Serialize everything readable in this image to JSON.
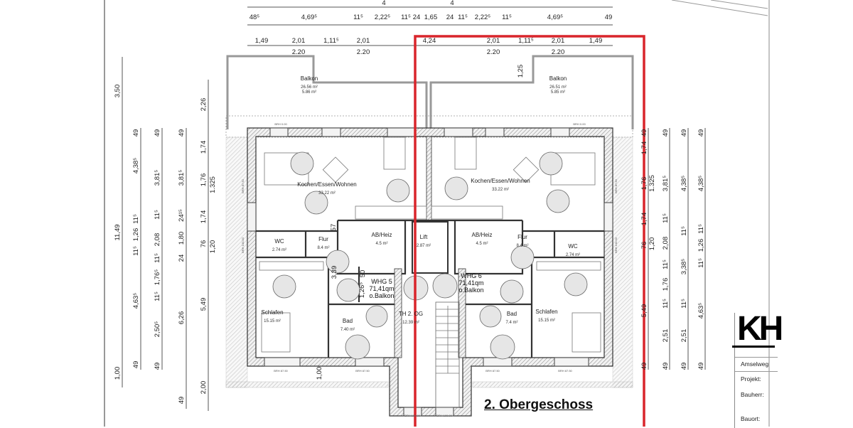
{
  "drawing_title": "2. Obergeschoss",
  "colors": {
    "highlight_frame": "#d9252b",
    "wall": "#333333",
    "furniture_circle": "#e6e6e6"
  },
  "dims_top": {
    "row1": [
      "4",
      "4"
    ],
    "row2": [
      "48⁵",
      "4,69⁵",
      "11⁵",
      "2,22⁵",
      "11⁵",
      "24",
      "1,65",
      "24",
      "11⁵",
      "2,22⁵",
      "11⁵",
      "4,69⁵",
      "49"
    ],
    "row3": [
      "1,49",
      "2,01",
      "1,11⁵",
      "2,01",
      "4,24",
      "2,01",
      "1,11⁵",
      "2,01",
      "1,49"
    ],
    "row3_sub": [
      "2.20",
      "2.20",
      "2.20",
      "2.20"
    ]
  },
  "dims_left": [
    [
      "3,50",
      "11,49",
      "1,00"
    ],
    [
      "49",
      "4,38⁵",
      "11⁵",
      "1,26",
      "11⁵",
      "4,63⁵",
      "49"
    ],
    [
      "49",
      "3,81⁵",
      "11⁵",
      "2,08",
      "11⁵",
      "1,76⁵",
      "11⁵",
      "2,50⁵",
      "49"
    ],
    [
      "49",
      "3,81⁵",
      "24¹⁵",
      "1,80",
      "24",
      "6,26",
      "49"
    ],
    [
      "2,26",
      "1,74",
      "1,76",
      "1,74",
      "76",
      "5,49",
      "2,00"
    ],
    [
      "1.325",
      "1,20"
    ]
  ],
  "dims_right": [
    [
      "49",
      "1,74",
      "1,76",
      "1,74",
      "76",
      "5,49",
      "49"
    ],
    [
      "1.325",
      "1,20"
    ],
    [
      "49",
      "3,81⁵",
      "11⁵",
      "2,08",
      "11⁵",
      "1,76",
      "11⁵",
      "2,51",
      "49"
    ],
    [
      "49",
      "4,38⁵",
      "11⁵",
      "3,38⁵",
      "11⁵",
      "2,51",
      "49"
    ],
    [
      "49",
      "4,38⁵",
      "11⁵",
      "1,26",
      "11⁵",
      "4,63⁵",
      "49"
    ]
  ],
  "dims_inner": [
    "1,25",
    "57",
    "3,39",
    "50",
    "1,26⁵",
    "1,00"
  ],
  "rooms": [
    {
      "name": "Balkon",
      "area": "26.56 m²",
      "area2": "5.86 m²"
    },
    {
      "name": "Balkon",
      "area": "26.51 m²",
      "area2": "5.85 m²"
    },
    {
      "name": "Kochen/Essen/Wohnen",
      "area": "33.22 m²"
    },
    {
      "name": "Kochen/Essen/Wohnen",
      "area": "33.22 m²"
    },
    {
      "name": "WC",
      "area": "2.74 m²"
    },
    {
      "name": "Flur",
      "area": "8.4 m²"
    },
    {
      "name": "AB/Heiz",
      "area": "4.5 m²"
    },
    {
      "name": "Lift",
      "area": "2.87 m²"
    },
    {
      "name": "AB/Heiz",
      "area": "4.5 m²"
    },
    {
      "name": "Flur",
      "area": "8.4 m²"
    },
    {
      "name": "WC",
      "area": "2.74 m²"
    },
    {
      "name": "Schlafen",
      "area": "15.15 m²"
    },
    {
      "name": "Bad",
      "area": "7.40 m²"
    },
    {
      "name": "TH 2. OG",
      "area": "12.39 m²"
    },
    {
      "name": "Bad",
      "area": "7.4 m²"
    },
    {
      "name": "Schlafen",
      "area": "15.15 m²"
    }
  ],
  "units": [
    {
      "name": "WHG 5",
      "area": "71,41qm",
      "note": "o.Balkon"
    },
    {
      "name": "WHG 6",
      "area": "71,41qm",
      "note": "o.Balkon"
    }
  ],
  "sill_labels": [
    "BRH 0.00",
    "BRH 0.00",
    "BRH 87.50",
    "BRH 100.00",
    "BRH 87.50",
    "BRH 100.00",
    "BRH 87.50",
    "BRH 87.50",
    "BRH 87.50",
    "BRH 87.50",
    "BRH 100.00",
    "BRH 100.00"
  ],
  "title_block": {
    "logo": "KH",
    "street": "Amselweg",
    "project_label": "Projekt:",
    "client_label": "Bauherr:",
    "site_label": "Bauort:"
  }
}
